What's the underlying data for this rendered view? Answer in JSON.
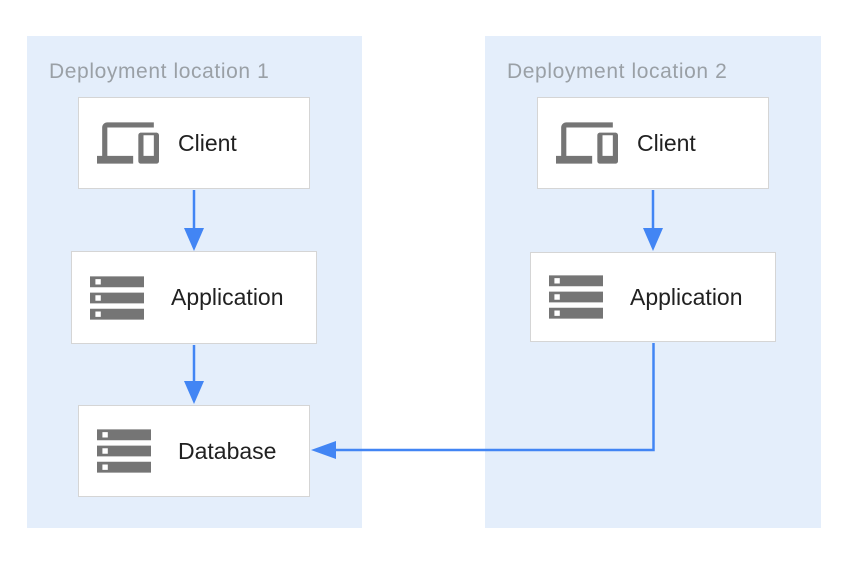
{
  "colors": {
    "page_bg": "#ffffff",
    "zone_bg": "#e4eefb",
    "node_bg": "#ffffff",
    "node_border": "#d5d5d5",
    "arrow": "#4285f4",
    "icon": "#757575",
    "zone_title": "#9aa0a6",
    "node_label": "#212121"
  },
  "zones": [
    {
      "id": "deployment-location-1",
      "title": "Deployment location 1",
      "nodes": [
        {
          "id": "client-1",
          "label": "Client",
          "icon": "devices-icon"
        },
        {
          "id": "application-1",
          "label": "Application",
          "icon": "server-stack-icon"
        },
        {
          "id": "database-1",
          "label": "Database",
          "icon": "server-stack-icon"
        }
      ]
    },
    {
      "id": "deployment-location-2",
      "title": "Deployment location 2",
      "nodes": [
        {
          "id": "client-2",
          "label": "Client",
          "icon": "devices-icon"
        },
        {
          "id": "application-2",
          "label": "Application",
          "icon": "server-stack-icon"
        }
      ]
    }
  ],
  "connections": [
    {
      "from": "client-1",
      "to": "application-1",
      "shape": "straight-down"
    },
    {
      "from": "application-1",
      "to": "database-1",
      "shape": "straight-down"
    },
    {
      "from": "client-2",
      "to": "application-2",
      "shape": "straight-down"
    },
    {
      "from": "application-2",
      "to": "database-1",
      "shape": "elbow-down-left"
    }
  ]
}
